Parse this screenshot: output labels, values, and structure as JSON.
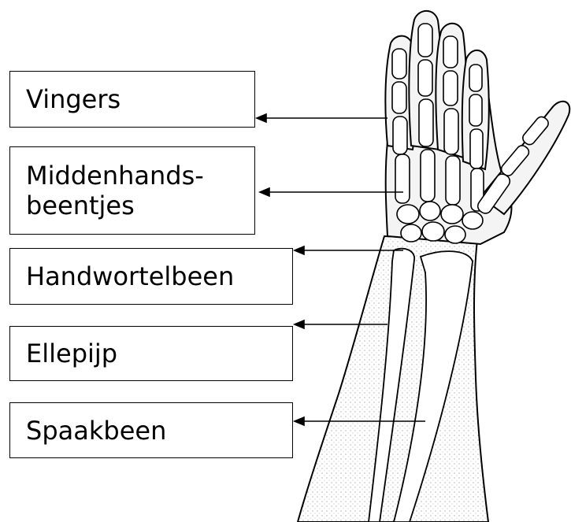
{
  "labels": [
    {
      "id": "vingers",
      "text": "Vingers"
    },
    {
      "id": "middenhandsbeentjes",
      "line1": "Middenhands-",
      "line2": "beentjes"
    },
    {
      "id": "handwortelbeen",
      "text": "Handwortelbeen"
    },
    {
      "id": "ellepijp",
      "text": "Ellepijp"
    },
    {
      "id": "spaakbeen",
      "text": "Spaakbeen"
    }
  ],
  "colors": {
    "line": "#000000",
    "background": "#ffffff",
    "bone_fill": "#ffffff",
    "shading": "#9a9a9a"
  }
}
